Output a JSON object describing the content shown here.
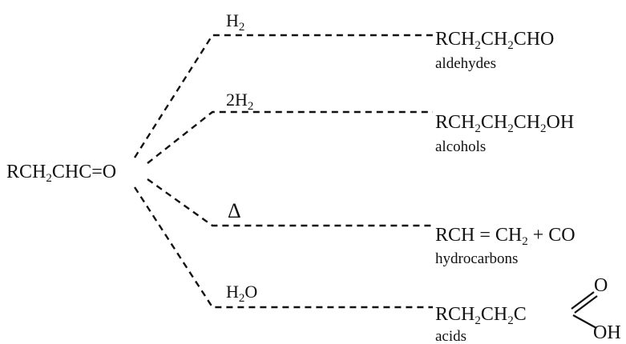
{
  "reactant": {
    "parts": [
      "RCH",
      "2",
      "CHC",
      "=O"
    ]
  },
  "branches": [
    {
      "condition": [
        "H",
        "2"
      ],
      "product": [
        "RCH",
        "2",
        "CH",
        "2",
        "CHO"
      ],
      "product_class": "aldehydes"
    },
    {
      "condition": [
        "2H",
        "2"
      ],
      "product": [
        "RCH",
        "2",
        "CH",
        "2",
        "CH",
        "2",
        "OH"
      ],
      "product_class": "alcohols"
    },
    {
      "condition": [
        "Δ"
      ],
      "product": [
        "RCH = CH",
        "2",
        " + CO"
      ],
      "product_class": "hydrocarbons"
    },
    {
      "condition": [
        "H",
        "2",
        "O"
      ],
      "product": [
        "RCH",
        "2",
        "CH",
        "2",
        "C"
      ],
      "product_groups": {
        "double": "O",
        "single": "OH"
      },
      "product_class": "acids"
    }
  ]
}
